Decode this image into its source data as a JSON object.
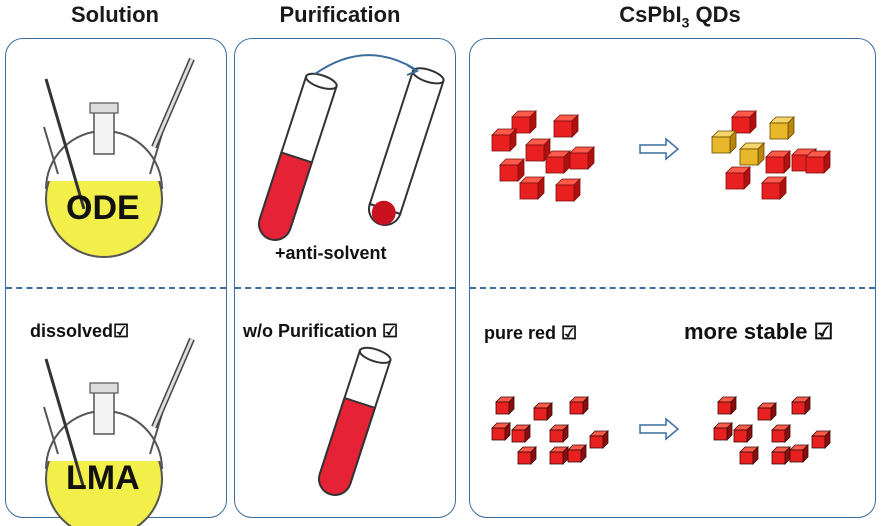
{
  "headers": {
    "col1": "Solution",
    "col2": "Purification",
    "col3_main": "CsPbI",
    "col3_sub": "3",
    "col3_tail": " QDs"
  },
  "solution": {
    "top_solvent": "ODE",
    "bottom_solvent": "LMA",
    "bottom_note": "dissolved☑"
  },
  "purification": {
    "top_note": "+anti-solvent",
    "bottom_note": "w/o Purification ☑"
  },
  "qds": {
    "bottom_left_note": "pure red ☑",
    "bottom_right_note": "more stable ☑"
  },
  "colors": {
    "border": "#3b6d9e",
    "cube_red": "#e8201f",
    "cube_gold": "#e8b82a",
    "flask_yellow": "#f2ee4a",
    "tube_red": "#e52236"
  }
}
